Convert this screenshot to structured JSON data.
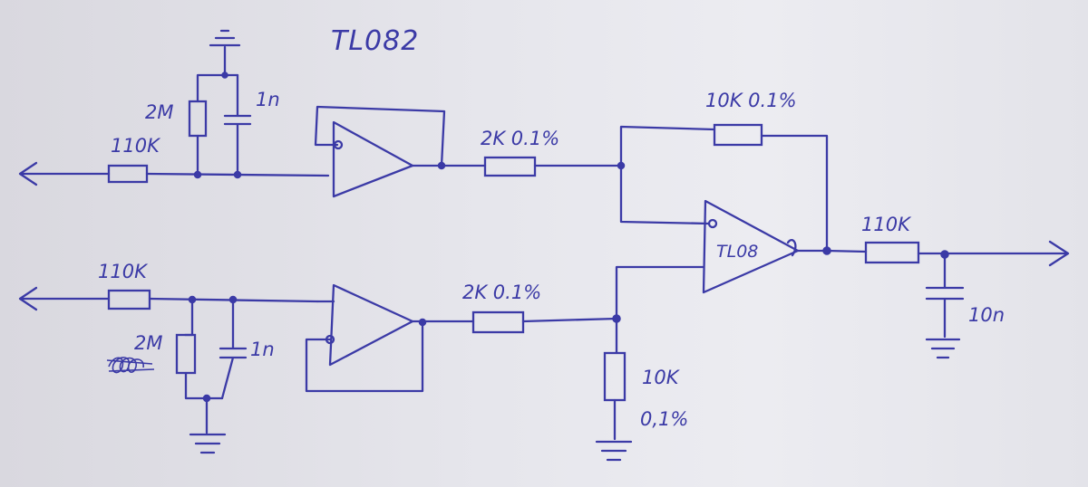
{
  "title": "TL082",
  "opamp_label": "TL08",
  "top_input": {
    "series_resistor": "110K",
    "shunt_resistor": "2M",
    "shunt_capacitor": "1n"
  },
  "bottom_input": {
    "series_resistor": "110K",
    "shunt_resistor": "2M",
    "shunt_capacitor": "1n"
  },
  "difference_amp": {
    "input_resistor_top": "2K 0.1%",
    "input_resistor_bottom": "2K 0.1%",
    "feedback_resistor": "10K 0.1%",
    "ground_resistor_value": "10K",
    "ground_resistor_tolerance": "0,1%"
  },
  "output_filter": {
    "resistor": "110K",
    "capacitor": "10n"
  }
}
